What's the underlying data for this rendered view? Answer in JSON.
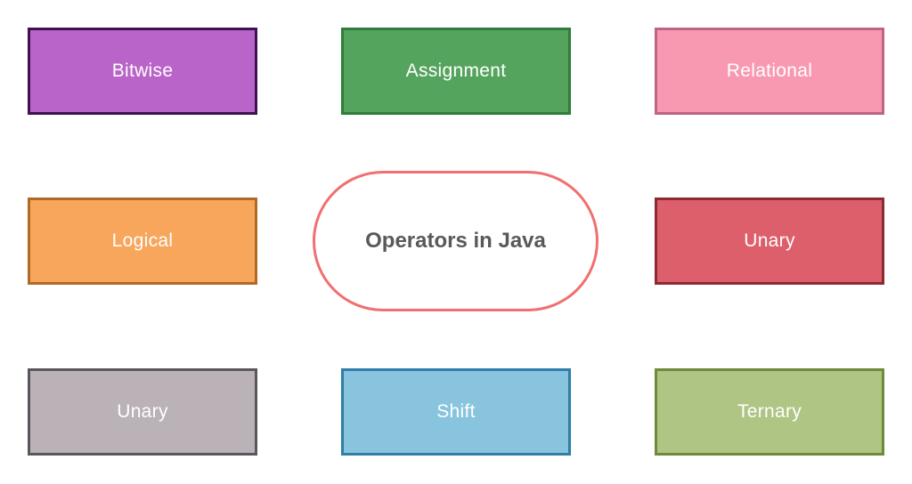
{
  "diagram": {
    "center": {
      "label": "Operators in Java",
      "fill": "#ffffff",
      "border_color": "#f0706e",
      "text_color": "#595959"
    },
    "boxes": [
      {
        "label": "Bitwise",
        "fill": "#b964c8",
        "border": "#3f1154",
        "text_color": "#ffffff"
      },
      {
        "label": "Assignment",
        "fill": "#55a45e",
        "border": "#2e7d3b",
        "text_color": "#ffffff"
      },
      {
        "label": "Relational",
        "fill": "#f999b1",
        "border": "#bd6583",
        "text_color": "#ffffff"
      },
      {
        "label": "Logical",
        "fill": "#f7a65c",
        "border": "#b16a26",
        "text_color": "#ffffff"
      },
      {
        "label": "Unary",
        "fill": "#dd5f6b",
        "border": "#8c2a32",
        "text_color": "#ffffff"
      },
      {
        "label": "Unary",
        "fill": "#bab2b6",
        "border": "#5a575c",
        "text_color": "#ffffff"
      },
      {
        "label": "Shift",
        "fill": "#89c4de",
        "border": "#2f7ea8",
        "text_color": "#ffffff"
      },
      {
        "label": "Ternary",
        "fill": "#aec583",
        "border": "#6e8a3a",
        "text_color": "#ffffff"
      }
    ],
    "background_color": "#ffffff"
  }
}
